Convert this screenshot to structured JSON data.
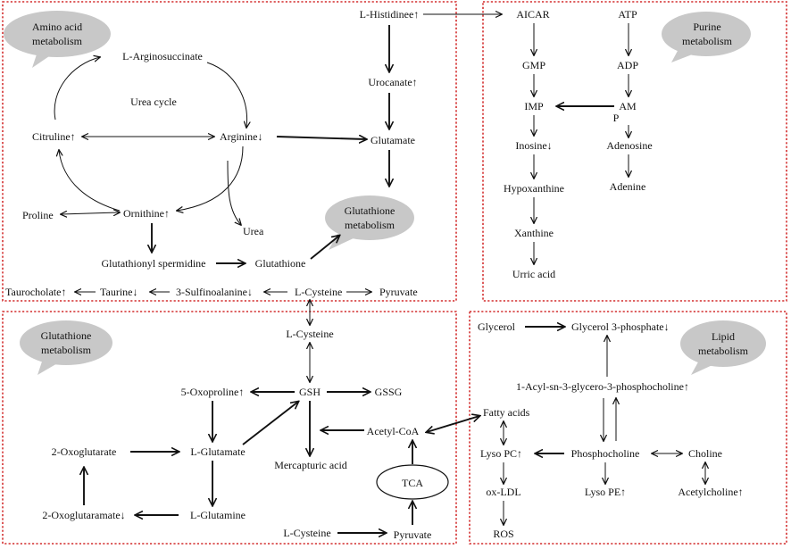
{
  "panels": {
    "amino": {
      "title_line1": "Amino acid",
      "title_line2": "metabolism"
    },
    "purine": {
      "title_line1": "Purine",
      "title_line2": "metabolism"
    },
    "glutathione_top": {
      "title_line1": "Glutathione",
      "title_line2": "metabolism"
    },
    "glutathione_bottom": {
      "title_line1": "Glutathione",
      "title_line2": "metabolism"
    },
    "lipid": {
      "title_line1": "Lipid",
      "title_line2": "metabolism"
    }
  },
  "amino": {
    "argininosuccinate": "L-Arginosuccinate",
    "urea_cycle": "Urea cycle",
    "citruline": "Citruline↑",
    "arginine": "Arginine↓",
    "glutamate": "Glutamate",
    "histidine": "L-Histidinee↑",
    "urocanate": "Urocanate↑",
    "ornithine": "Ornithine↑",
    "proline": "Proline",
    "urea": "Urea",
    "glutathionyl_spermidine": "Glutathionyl spermidine",
    "glutathione": "Glutathione",
    "taurocholate": "Taurocholate↑",
    "taurine": "Taurine↓",
    "sulfinoalanine": "3-Sulfinoalanine↓",
    "cysteine": "L-Cysteine",
    "pyruvate": "Pyruvate"
  },
  "purine": {
    "aicar": "AICAR",
    "atp": "ATP",
    "gmp": "GMP",
    "adp": "ADP",
    "imp": "IMP",
    "amp_line1": "AM",
    "amp_line2": "P",
    "inosine": "Inosine↓",
    "adenosine": "Adenosine",
    "hypoxanthine": "Hypoxanthine",
    "adenine": "Adenine",
    "xanthine": "Xanthine",
    "uric_acid": "Urric acid"
  },
  "glut": {
    "cysteine_top": "L-Cysteine",
    "oxoproline": "5-Oxoproline↑",
    "gsh": "GSH",
    "gssg": "GSSG",
    "acetyl_coa": "Acetyl-CoA",
    "oxoglutarate": "2-Oxoglutarate",
    "l_glutamate": "L-Glutamate",
    "mercapturic": "Mercapturic acid",
    "tca": "TCA",
    "oxoglutaramate": "2-Oxoglutaramate↓",
    "l_glutamine": "L-Glutamine",
    "cysteine_bottom": "L-Cysteine",
    "pyruvate": "Pyruvate"
  },
  "lipid": {
    "glycerol": "Glycerol",
    "glycerol_3p": "Glycerol 3-phosphate↓",
    "acyl_gpc": "1-Acyl-sn-3-glycero-3-phosphocholine↑",
    "fatty_acids": "Fatty acids",
    "lyso_pc": "Lyso PC↑",
    "phosphocholine": "Phosphocholine",
    "choline": "Choline",
    "ox_ldl": "ox-LDL",
    "lyso_pe": "Lyso PE↑",
    "acetylcholine": "Acetylcholine↑",
    "ros": "ROS"
  }
}
